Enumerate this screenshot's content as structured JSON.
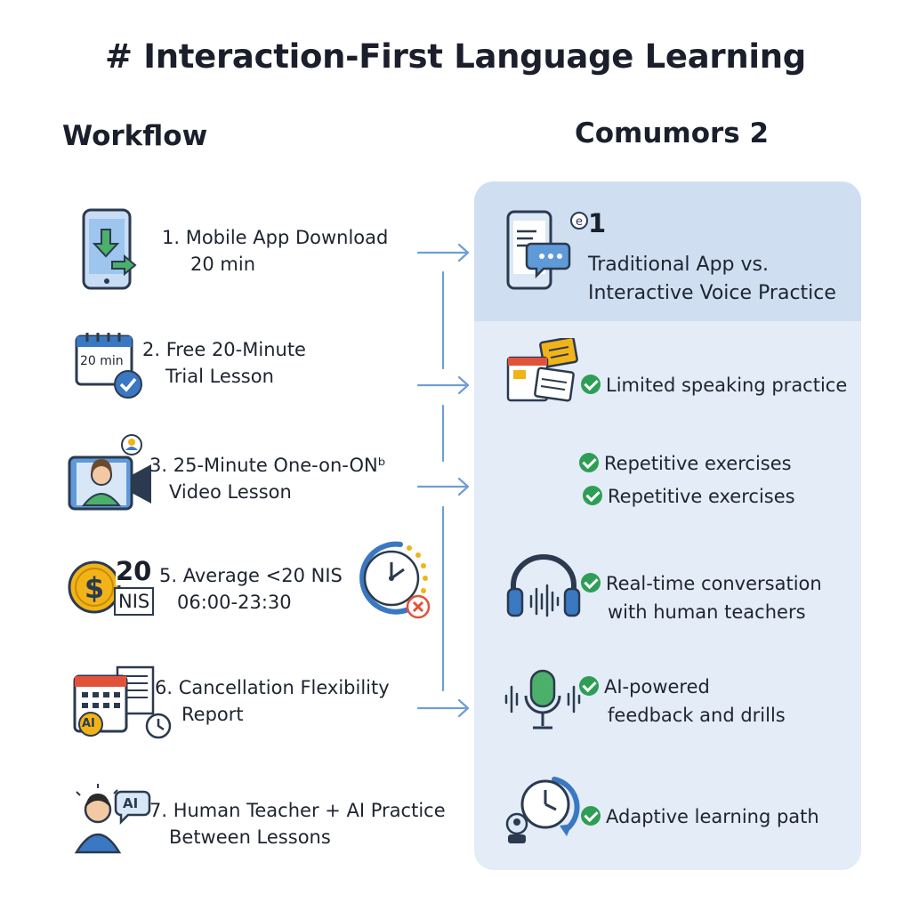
{
  "title": "# Interaction-First Language Learning",
  "workflow": {
    "heading": "Workflow",
    "steps": [
      {
        "line1": "1. Mobile App Download",
        "line2": "20 min"
      },
      {
        "line1": "2. Free 20-Minute",
        "line2": "Trial Lesson",
        "icon_text": "20 min"
      },
      {
        "line1": "3. 25-Minute One-on-ONᵇ",
        "line2": "Video Lesson"
      },
      {
        "line1": "5. Average <20 NIS",
        "line2": "06:00-23:30",
        "badge_top": "20",
        "badge_bottom": "NIS"
      },
      {
        "line1": "6. Cancellation Flexibility",
        "line2": "Report",
        "icon_text": "AI"
      },
      {
        "line1": "7. Human Teacher + AI Practice",
        "line2": "Between Lessons",
        "icon_text": "AI"
      }
    ]
  },
  "comparison": {
    "heading": "Comumors 2",
    "number": "1",
    "subheading_line1": "Traditional App vs.",
    "subheading_line2": "Interactive Voice Practice",
    "items": [
      {
        "line1": "Limited speaking practice"
      },
      {
        "line1": "Repetitive exercises"
      },
      {
        "line1": "Repetitive exercises"
      },
      {
        "line1": "Real-time conversation",
        "line2": "with human teachers"
      },
      {
        "line1": "AI-powered",
        "line2": "feedback and drills"
      },
      {
        "line1": "Adaptive learning path"
      }
    ]
  },
  "colors": {
    "accent_blue": "#3a78c2",
    "check_green": "#2e9e57",
    "panel_bg": "#e3ecf7",
    "panel_top_bg": "#cfdff1",
    "coin_gold": "#f2b318",
    "alert_red": "#e2523a"
  },
  "icons": [
    "phone-download-icon",
    "calendar-check-icon",
    "video-call-icon",
    "coin-dollar-icon",
    "clock-cancel-icon",
    "calendar-report-icon",
    "teacher-ai-icon",
    "phone-chat-icon",
    "cards-icon",
    "headphones-icon",
    "microphone-icon",
    "adaptive-clock-icon"
  ]
}
